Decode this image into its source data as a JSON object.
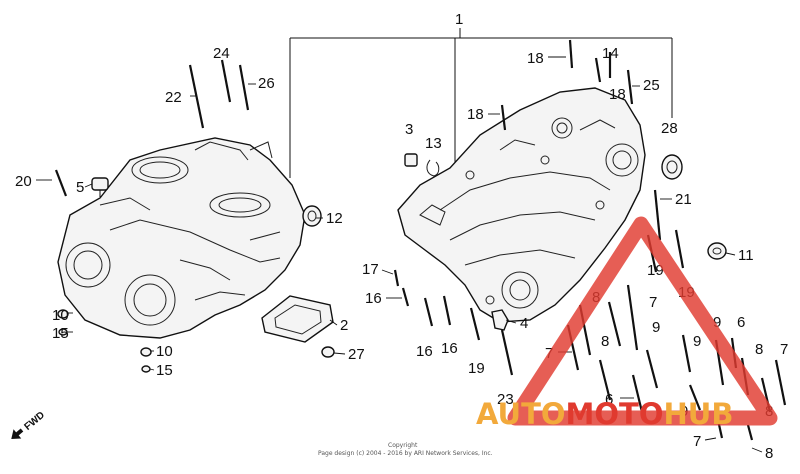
{
  "diagram": {
    "labels": [
      {
        "text": "1"
      },
      {
        "text": "24"
      },
      {
        "text": "22"
      },
      {
        "text": "26"
      },
      {
        "text": "18"
      },
      {
        "text": "14"
      },
      {
        "text": "18"
      },
      {
        "text": "25"
      },
      {
        "text": "18"
      },
      {
        "text": "28"
      },
      {
        "text": "3"
      },
      {
        "text": "13"
      },
      {
        "text": "20"
      },
      {
        "text": "5"
      },
      {
        "text": "12"
      },
      {
        "text": "21"
      },
      {
        "text": "11"
      },
      {
        "text": "17"
      },
      {
        "text": "16"
      },
      {
        "text": "16"
      },
      {
        "text": "16"
      },
      {
        "text": "19"
      },
      {
        "text": "19"
      },
      {
        "text": "19"
      },
      {
        "text": "8"
      },
      {
        "text": "7"
      },
      {
        "text": "4"
      },
      {
        "text": "2"
      },
      {
        "text": "10"
      },
      {
        "text": "15"
      },
      {
        "text": "10"
      },
      {
        "text": "15"
      },
      {
        "text": "27"
      },
      {
        "text": "23"
      },
      {
        "text": "7"
      },
      {
        "text": "8"
      },
      {
        "text": "9"
      },
      {
        "text": "9"
      },
      {
        "text": "6"
      },
      {
        "text": "8"
      },
      {
        "text": "7"
      },
      {
        "text": "9"
      },
      {
        "text": "6"
      },
      {
        "text": "9"
      },
      {
        "text": "8"
      },
      {
        "text": "7"
      },
      {
        "text": "8"
      }
    ],
    "fwd_label": "FWD",
    "copyright_line1": "Copyright",
    "copyright_line2": "Page design (c) 2004 - 2016 by ARI Network Services, Inc."
  },
  "watermark": {
    "part1": "AUTO",
    "part2": "MOTO",
    "part3": "HUB",
    "color_orange": "#f2a93b",
    "color_red": "#e03a2f"
  }
}
